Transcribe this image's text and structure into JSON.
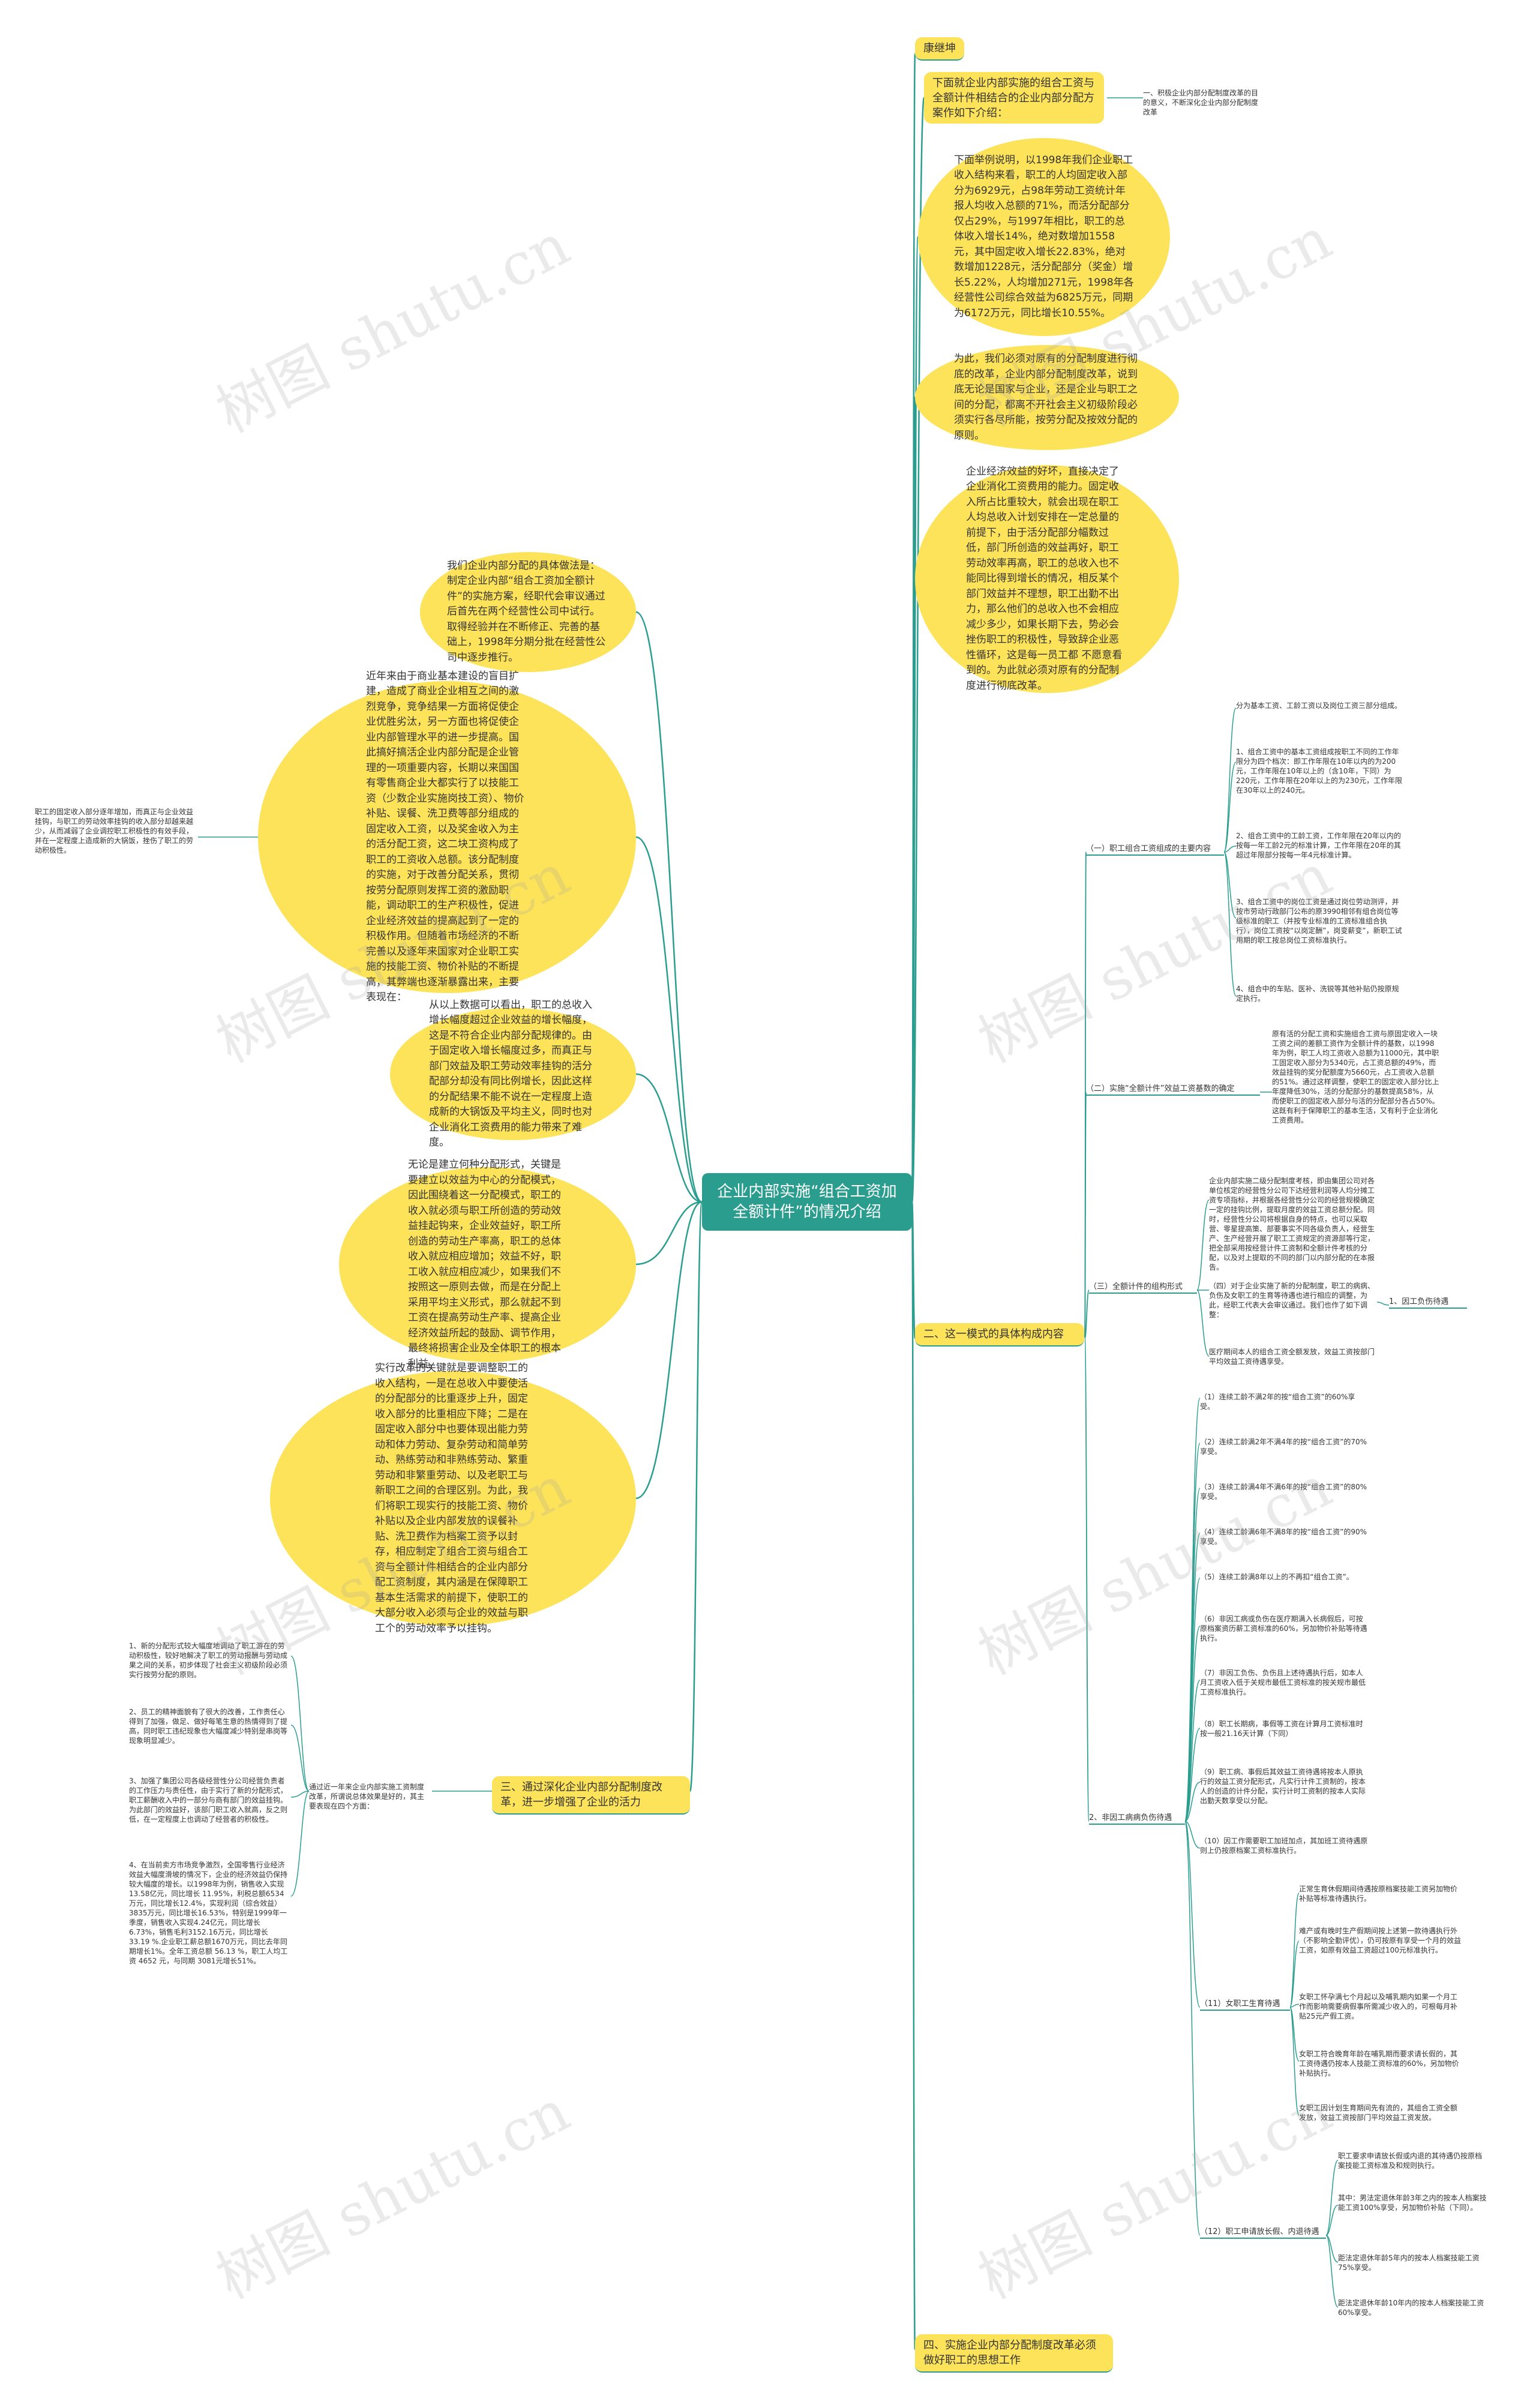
{
  "root": "企业内部实施“组合工资加全额计件”的情况介绍",
  "right_nodes": {
    "n_kang": "康继坤",
    "n_intro": "下面就企业内部实施的组合工资与全额计件相结合的企业内部分配方案作如下介绍：",
    "n_intro_child": "一、积极企业内部分配制度改革的目的意义，不断深化企业内部分配制度改革",
    "n_1998": "下面举例说明，以1998年我们企业职工收入结构来看，职工的人均固定收入部分为6929元，占98年劳动工资统计年报人均收入总额的71%，而活分配部分仅占29%，与1997年相比，职工的总体收入增长14%，绝对数增加1558元，其中固定收入增长22.83%，绝对数增加1228元，活分配部分（奖金）增长5.22%，人均增加271元，1998年各经营性公司综合效益为6825万元，同期为6172万元，同比增长10.55%。",
    "n_weici": "为此，我们必须对原有的分配制度进行彻底的改革，企业内部分配制度改革，说到底无论是国家与企业，还是企业与职工之间的分配，都离不开社会主义初级阶段必须实行各尽所能，按劳分配及按效分配的原则。",
    "n_jingji": "企业经济效益的好坏，直接决定了企业消化工资费用的能力。固定收入所占比重较大，就会出现在职工人均总收入计划安排在一定总量的前提下，由于活分配部分幅数过低，部门所创造的效益再好，职工劳动效率再高，职工的总收入也不能同比得到增长的情况，相反某个部门效益并不理想，职工出勤不出力，那么他们的总收入也不会相应减少多少，如果长期下去，势必会挫伤职工的积极性，导致辞企业恶性循环，这是每一员工都 不愿意看到的。为此就必须对原有的分配制度进行彻底改革。",
    "n_er": "二、这一模式的具体构成内容",
    "n_san": "三、通过深化企业内部分配制度改革，进一步增强了企业的活力",
    "n_san_child": "通过近一年来企业内部实施工资制度改革，所谓说总体效果是好的，其主要表现在四个方面：",
    "n_si": "四、实施企业内部分配制度改革必须做好职工的思想工作"
  },
  "left_nodes": {
    "l_women": "我们企业内部分配的具体做法是：制定企业内部“组合工资加全额计件”的实施方案，经职代会审议通过后首先在两个经营性公司中试行。取得经验并在不断修正、完善的基础上，1998年分期分批在经营性公司中逐步推行。",
    "l_jinnian": "近年来由于商业基本建设的盲目扩建，造成了商业企业相互之间的激烈竞争，竞争结果一方面将促使企业优胜劣汰，另一方面也将促使企业内部管理水平的进一步提高。国此搞好搞活企业内部分配是企业管理的一项重要内容，长期以来国国有零售商企业大都实行了以技能工资（少数企业实施岗技工资）、物价补贴、误餐、洗卫费等部分组成的固定收入工资，以及奖金收入为主的活分配工资，这二块工资构成了职工的工资收入总额。该分配制度的实施，对于改善分配关系，贯彻按劳分配原则发挥工资的激励职能，调动职工的生产积极性，促进企业经济效益的提高起到了一定的积极作用。但随着市场经济的不断完善以及逐年来国家对企业职工实施的技能工资、物价补贴的不断提高，其弊端也逐渐暴露出来，主要表现在：",
    "l_jinnian_child": "职工的固定收入部分逐年增加，而真正与企业效益挂钩，与职工的劳动效率挂钩的收入部分却越来越少，从而减弱了企业调控职工积极性的有效手段，并在一定程度上造成新的大锅饭，挫伤了职工的劳动积极性。",
    "l_congyishang": "从以上数据可以看出，职工的总收入增长幅度超过企业效益的增长幅度，这是不符合企业内部分配规律的。由于固定收入增长幅度过多，而真正与部门效益及职工劳动效率挂钩的活分配部分却没有同比例增长，因此这样的分配结果不能不说在一定程度上造成新的大锅饭及平均主义，同时也对企业消化工资费用的能力带来了难度。",
    "l_wulun": "无论是建立何种分配形式，关键是要建立以效益为中心的分配模式，因此围绕着这一分配模式，职工的收入就必须与职工所创造的劳动效益挂起钩来，企业效益好，职工所创造的劳动生产率高，职工的总体收入就应相应增加；效益不好，职工收入就应相应减少，如果我们不按照这一原则去做，而是在分配上采用平均主义形式，那么就起不到工资在提高劳动生产率、提高企业经济效益所起的鼓励、调节作用，最终将损害企业及全体职工的根本利益。",
    "l_shixing": "实行改革的关键就是要调整职工的收入结构，一是在总收入中要使活的分配部分的比重逐步上升，固定收入部分的比重相应下降；二是在固定收入部分中也要体现出能力劳动和体力劳动、复杂劳动和简单劳动、熟练劳动和非熟练劳动、繁重劳动和非繁重劳动、以及老职工与新职工之间的合理区别。为此，我们将职工现实行的技能工资、物价补贴以及企业内部发放的误餐补贴、洗卫费作为档案工资予以封存，相应制定了组合工资与组合工资与全额计件相结合的企业内部分配工资制度，其内涵是在保障职工基本生活需求的前提下，使职工的大部分收入必须与企业的效益与职工个的劳动效率予以挂钩。"
  },
  "left_list": [
    "1、新的分配形式较大幅度地调动了职工游在的劳动积极性，较好地解决了职工的劳动报酬与劳动成果之间的关系，初步体现了社会主义初级阶段必须实行按劳分配的原则。",
    "2、员工的精神面貌有了很大的改善，工作责任心得到了加强，做足、做好每笔生意的热情得到了提高，同时职工违纪现象也大幅度减少特别是串岗等现象明显减少。",
    "3、加强了集团公司各级经营性分公司经营负责者的工作压力与责任性，由于实行了新的分配形式，职工薪酬收入中的一部分与商有部门的效益挂钩。为此部门的效益好，该部门职工收入就高，反之则低，在一定程度上也调动了经营者的积极性。",
    "4、在当前卖方市场竞争激烈，全国零售行业经济效益大幅度滑坡的情况下，企业的经济效益仍保持较大幅度的增长。以1998年为例，销售收入实现13.58亿元，同比增长 11.95%，利税总额6534万元，同比增长12.4%，实现利润（综合效益）3835万元，同比增长16.53%，特别是1999年一季度，销售收入实现4.24亿元，同比增长6.73%，销售毛利3152.16万元，同比增长33.19 %.企业职工薪总额1670万元，同比去年同期增长1%。全年工资总额 56.13 %，职工人均工资 4652 元，与同期 3081元增长51%。"
  ],
  "mid_section": {
    "k1": "（一）职工组合工资组成的主要内容",
    "k1_items": [
      "分为基本工资、工龄工资以及岗位工资三部分组成。",
      "1、组合工资中的基本工资组成按职工不同的工作年限分为四个档次：即工作年限在10年以内的为200元，工作年限在10年以上的（含10年，下同）为220元，工作年限在20年以上的为230元，工作年限在30年以上的240元。",
      "2、组合工资中的工龄工资，工作年限在20年以内的按每一年工龄2元的标准计算，工作年限在20年的其超过年限部分按每一年4元标准计算。",
      "3、组合工资中的岗位工资是通过岗位劳动测评，并按市劳动行政部门公布的原3990相邻有组合岗位等级标准的职工（并按专业标准的工资标准组合执行），岗位工资按“以岗定酬”，岗变薪变”，新职工试用期的职工按总岗位工资标准执行。",
      "4、组合中的车贴、医补、洗锐等其他补贴仍按原规定执行。"
    ],
    "k2": "（二）实施“全额计件”效益工资基数的确定",
    "k2_child": "原有活的分配工资和实施组合工资与原固定收入一块工资之间的差额工资作为全额计件的基数，以1998年为例，职工人均工资收入总额为11000元，其中职工固定收入部分为5340元，占工资总额的49%，而效益挂钩的奖分配额度为5660元，占工资收入总额的51%。通过这样调整，使职工的固定收入部分比上年度降低30%，活的分配部分的基数提高58%，从而使职工的固定收入部分与活的分配部分各占50%。这既有利于保障职工的基本生活，又有利于企业消化工资费用。",
    "k3": "（三）全额计件的组构形式",
    "k3_items": [
      "企业内部实施二级分配制度考核，即由集团公司对各单位核定的经营性分公司下达经营利润等人均分摊工资专项指标，并根据各经营性分公司的经营规模确定一定的挂钩比例，提取月度的效益工资总额分配。同时，经营性分公司将根据自身的特点，也可以采取营、零星提高策、部要事实不同各级负责人，经营生产、生产经营开展了职工工资规定的资源部等行定，把全部采用按经营计件工资制和全额计件考核的分配，以及对上提取的不同的部门以内部分配的在本报告。",
      "（四）对于企业实施了新的分配制度，职工的病病、负伤及女职工的生育等待遇也进行相应的调整，为此，经职工代表大会审议通过。我们也作了如下调整：",
      "医疗期间本人的组合工资全额发放，效益工资按部门平均效益工资待遇享受。"
    ],
    "k3_leaf": "1、因工负伤待遇",
    "k4": "2、非因工病病负伤待遇",
    "k4_items": [
      "（1）连续工龄不满2年的按“组合工资”的60%享受。",
      "（2）连续工龄满2年不满4年的按“组合工资”的70%享受。",
      "（3）连续工龄满4年不满6年的按“组合工资”的80%享受。",
      "（4）连续工龄满6年不满8年的按“组合工资”的90%享受。",
      "（5）连续工龄满8年以上的不再扣“组合工资”。",
      "（6）非因工病或负伤在医疗期满入长病假后，可按原档案资历薪工资标准的60%，另加物价补贴等待遇执行。",
      "（7）非因工负伤、负伤且上述待遇执行后，如本人月工资收入低于关规市最低工资标准的按关规市最低工资标准执行。",
      "（8）职工长期病，事假等工资在计算月工资标准时按一般21.16天计算（下同）",
      "（9）职工病、事假后其效益工资待遇将按本人原执行的效益工资分配形式，凡实行计件工资制的，按本人的创造的计件分配，实行计时工资制的按本人实际出勤天数享受以分配。",
      "（10）因工作需要职工加班加点，其加班工资待遇原则上仍按原档案工资标准执行。"
    ],
    "k5": "（11）女职工生育待遇",
    "k5_items": [
      "正常生育休假期间待遇按原档案技能工资另加物价补贴等标准待遇执行。",
      "难产或有晚时生产假期间按上述第一款待遇执行外（不影响全勤评优），仍可按原有享受一个月的效益工资，如原有效益工资超过100元标准执行。",
      "女职工怀孕满七个月起以及哺乳期内如果一个月工作而影响需要病假事所需减少收入的，可根每月补贴25元产假工资。",
      "女职工符合晚育年龄在哺乳期而要求请长假的，其工资待遇仍按本人技能工资标准的60%，另加物价补贴执行。",
      "女职工因计划生育期间先有流的，其组合工资全额发放，效益工资按部门平均效益工资发放。"
    ],
    "k6": "（12）职工申请放长假、内退待遇",
    "k6_items": [
      "职工要求申请放长假或内退的其待遇仍按原档案技能工资标准及和规则执行。",
      "其中：男法定退休年龄3年之内的按本人档案技能工资100%享受，另加物价补贴（下同）。",
      "距法定退休年龄5年内的按本人档案技能工资75%享受。",
      "距法定退休年龄10年内的按本人档案技能工资60%享受。"
    ]
  },
  "watermark": "树图 shutu.cn",
  "colors": {
    "line": "#2a9d8f",
    "node": "#fde35a",
    "root": "#2a9d8f",
    "text": "#333333"
  }
}
